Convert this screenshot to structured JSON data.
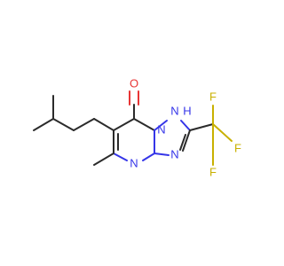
{
  "diagram": {
    "type": "chemical-structure",
    "atoms": {
      "oxygen": "O",
      "n1": "N",
      "n_h": "N",
      "h_on_n": "H",
      "n3": "N",
      "n4": "N",
      "f1": "F",
      "f2": "F",
      "f3": "F"
    },
    "colors": {
      "carbon_bond": "#2b2b2b",
      "nitrogen": "#3535e8",
      "oxygen": "#e83535",
      "fluorine": "#c8b000"
    }
  }
}
